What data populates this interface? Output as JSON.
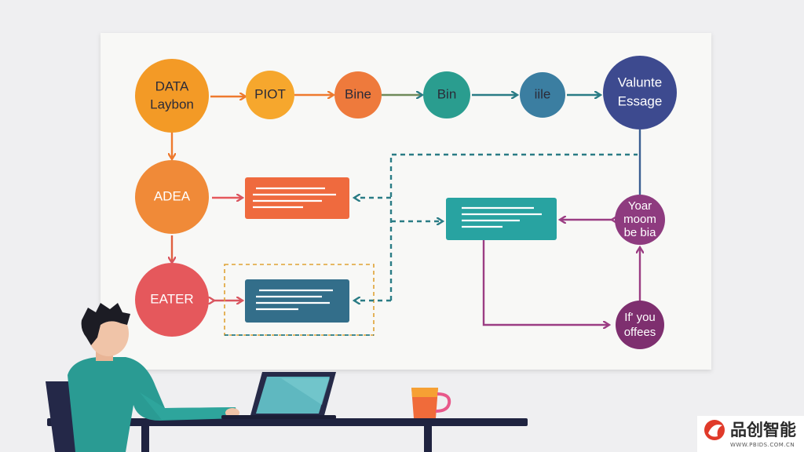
{
  "nodes": {
    "data_laybon": {
      "line1": "DATA",
      "line2": "Laybon",
      "color": "#f39a26"
    },
    "piot": {
      "label": "PIOT",
      "color": "#f6a72d"
    },
    "bine": {
      "label": "Bine",
      "color": "#ee7a3c"
    },
    "bin": {
      "label": "Bin",
      "color": "#2a9d8f"
    },
    "iile": {
      "label": "iile",
      "color": "#3b7ea1"
    },
    "valunte_essage": {
      "line1": "Valunte",
      "line2": "Essage",
      "color": "#3d4a8f"
    },
    "adea": {
      "label": "ADEA",
      "color": "#f08a38"
    },
    "eater": {
      "label": "EATER",
      "color": "#e5585c"
    },
    "yoar_mom": {
      "line1": "Yoar",
      "line2": "moom",
      "line3": "be bia",
      "color": "#8e3b7f"
    },
    "if_you_offees": {
      "line1": "If' you",
      "line2": "offees",
      "color": "#7e2f6f"
    }
  },
  "cards": {
    "orange_card": {
      "color": "#ef6a3e"
    },
    "teal_card": {
      "color": "#28a3a1"
    },
    "slate_card": {
      "color": "#336e8a"
    }
  },
  "colors": {
    "board": "#f8f8f6",
    "arrow_orange": "#ee7a2e",
    "arrow_teal": "#2a7c85",
    "arrow_purple": "#9b3d83",
    "desk": "#1f2340",
    "shirt": "#2a9b93",
    "mug": "#f06b3a"
  },
  "watermark": {
    "brand": "品创智能",
    "url": "WWW.PBIDS.COM.CN"
  }
}
